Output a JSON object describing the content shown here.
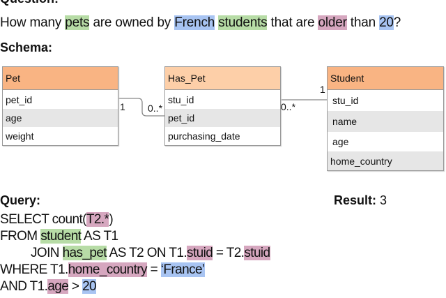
{
  "question": {
    "label": "Question:",
    "segments": [
      {
        "text": "How many ",
        "hl": ""
      },
      {
        "text": "pets",
        "hl": "g"
      },
      {
        "text": " are owned by ",
        "hl": ""
      },
      {
        "text": "French",
        "hl": "b"
      },
      {
        "text": " ",
        "hl": ""
      },
      {
        "text": "students",
        "hl": "g"
      },
      {
        "text": " that are ",
        "hl": ""
      },
      {
        "text": "older",
        "hl": "p"
      },
      {
        "text": " than ",
        "hl": ""
      },
      {
        "text": "20",
        "hl": "b"
      },
      {
        "text": "?",
        "hl": ""
      }
    ]
  },
  "schema": {
    "label": "Schema:",
    "tables": [
      {
        "name": "Pet",
        "columns": [
          "pet_id",
          "age",
          "weight"
        ]
      },
      {
        "name": "Has_Pet",
        "columns": [
          "stu_id",
          "pet_id",
          "purchasing_date"
        ]
      },
      {
        "name": "Student",
        "columns": [
          "stu_id",
          "name",
          "age",
          "home_country"
        ]
      }
    ],
    "relations": [
      {
        "from": "Pet.pet_id",
        "to": "Has_Pet.pet_id",
        "from_card": "1",
        "to_card": "0..*"
      },
      {
        "from": "Student.stu_id",
        "to": "Has_Pet.stu_id",
        "from_card": "1",
        "to_card": "0..*"
      }
    ]
  },
  "query": {
    "label": "Query:",
    "lines": [
      [
        {
          "text": "SELECT count(",
          "hl": ""
        },
        {
          "text": "T2.*",
          "hl": "p"
        },
        {
          "text": ")",
          "hl": ""
        }
      ],
      [
        {
          "text": "FROM ",
          "hl": ""
        },
        {
          "text": "student",
          "hl": "g"
        },
        {
          "text": " AS T1",
          "hl": ""
        }
      ],
      [
        {
          "text": "JOIN ",
          "hl": ""
        },
        {
          "text": "has_pet",
          "hl": "g"
        },
        {
          "text": " AS T2 ON T1.",
          "hl": ""
        },
        {
          "text": "stuid",
          "hl": "p"
        },
        {
          "text": " = T2.",
          "hl": ""
        },
        {
          "text": "stuid",
          "hl": "p"
        }
      ],
      [
        {
          "text": "WHERE T1.",
          "hl": ""
        },
        {
          "text": "home_country",
          "hl": "p"
        },
        {
          "text": " = ",
          "hl": ""
        },
        {
          "text": "‘France’",
          "hl": "b"
        }
      ],
      [
        {
          "text": "AND T1.",
          "hl": ""
        },
        {
          "text": "age",
          "hl": "p"
        },
        {
          "text": " > ",
          "hl": ""
        },
        {
          "text": "20",
          "hl": "b"
        }
      ]
    ]
  },
  "result": {
    "label": "Result:",
    "value": "3"
  },
  "colors": {
    "entity_highlight": "#b7dca6",
    "value_highlight": "#a8c4f2",
    "column_highlight": "#d6a7bf",
    "table_header": "#f9b483",
    "link_table_header": "#fdcfa8"
  }
}
